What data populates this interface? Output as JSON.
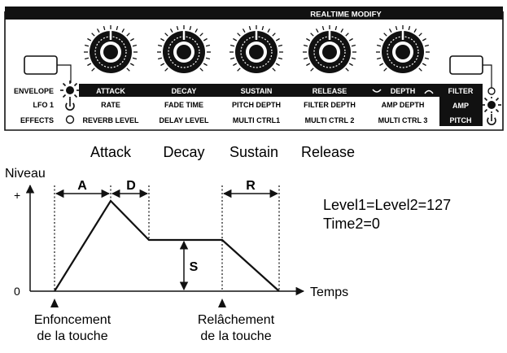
{
  "panel": {
    "header": "REALTIME MODIFY",
    "rows": [
      {
        "label": "ENVELOPE",
        "cells": [
          "ATTACK",
          "DECAY",
          "SUSTAIN",
          "RELEASE",
          "DEPTH"
        ],
        "cell_style": "inverted"
      },
      {
        "label": "LFO 1",
        "cells": [
          "RATE",
          "FADE TIME",
          "PITCH DEPTH",
          "FILTER DEPTH",
          "AMP DEPTH"
        ],
        "cell_style": "normal"
      },
      {
        "label": "EFFECTS",
        "cells": [
          "REVERB LEVEL",
          "DELAY LEVEL",
          "MULTI CTRL1",
          "MULTI CTRL 2",
          "MULTI CTRL 3"
        ],
        "cell_style": "normal"
      }
    ],
    "right_labels": [
      "FILTER",
      "AMP",
      "PITCH"
    ],
    "active_led_left": "ENVELOPE",
    "active_led_right": "AMP",
    "knob_count": 5,
    "colors": {
      "ink": "#111111",
      "paper": "#ffffff"
    }
  },
  "knob_titles": [
    "Attack",
    "Decay",
    "Sustain",
    "Release"
  ],
  "envelope": {
    "y_axis_label": "Niveau",
    "x_axis_label": "Temps",
    "y_plus": "+",
    "y_zero": "0",
    "segments": {
      "attack": "A",
      "decay": "D",
      "sustain": "S",
      "release": "R"
    },
    "formula_line1": "Level1=Level2=127",
    "formula_line2": "Time2=0",
    "note_on_line1": "Enfoncement",
    "note_on_line2": "de la touche",
    "note_off_line1": "Relâchement",
    "note_off_line2": "de la touche"
  }
}
